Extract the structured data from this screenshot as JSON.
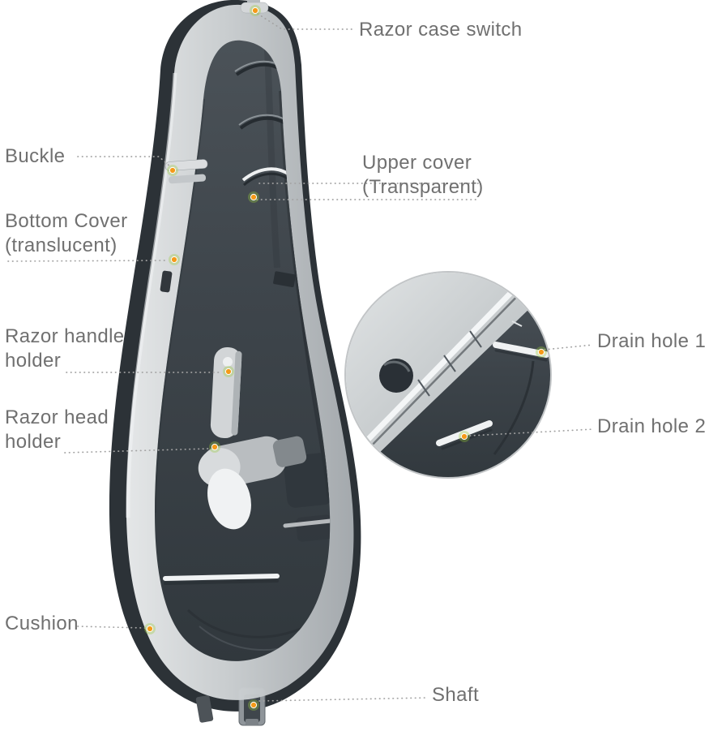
{
  "diagram": {
    "labels": {
      "razor_case_switch": "Razor case switch",
      "buckle": "Buckle",
      "upper_cover": "Upper cover\n(Transparent)",
      "bottom_cover": "Bottom Cover\n(translucent)",
      "razor_handle_holder": "Razor handle\nholder",
      "razor_head_holder": "Razor head\nholder",
      "drain_hole_1": "Drain hole 1",
      "drain_hole_2": "Drain hole 2",
      "cushion": "Cushion",
      "shaft": "Shaft"
    },
    "colors": {
      "label_text": "#707070",
      "leader_line": "#a3a3a3",
      "marker_core": "#f49a19",
      "marker_halo": "#9bca3e",
      "case_shell": "#cfd3d5",
      "case_interior": "#3d444a"
    }
  }
}
